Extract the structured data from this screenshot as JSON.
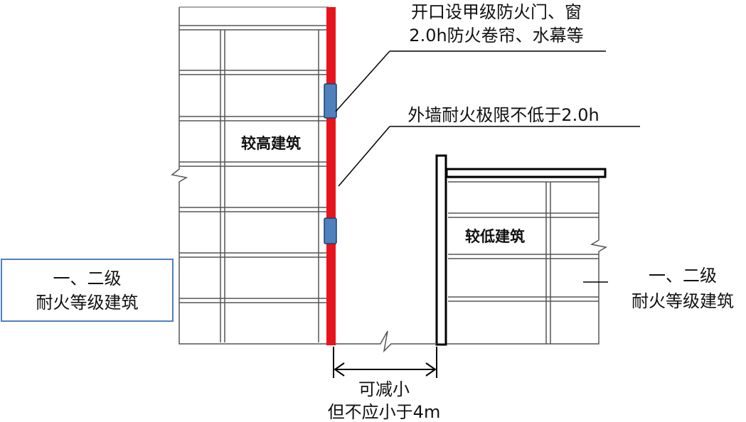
{
  "colors": {
    "firewall_red": "#e8141b",
    "opening_blue": "#4f81bd",
    "outline": "#000000",
    "grid_line": "#555555",
    "box_border": "#4f81bd"
  },
  "labels": {
    "opening_line1": "开口设甲级防火门、窗",
    "opening_line2": "2.0h防火卷帘、水幕等",
    "wall_rating": "外墙耐火极限不低于2.0h",
    "taller_building": "较高建筑",
    "lower_building": "较低建筑",
    "left_grade_line1": "一、二级",
    "left_grade_line2": "耐火等级建筑",
    "right_grade_line1": "一、二级",
    "right_grade_line2": "耐火等级建筑",
    "gap_line1": "可减小",
    "gap_line2": "但不应小于4m"
  }
}
